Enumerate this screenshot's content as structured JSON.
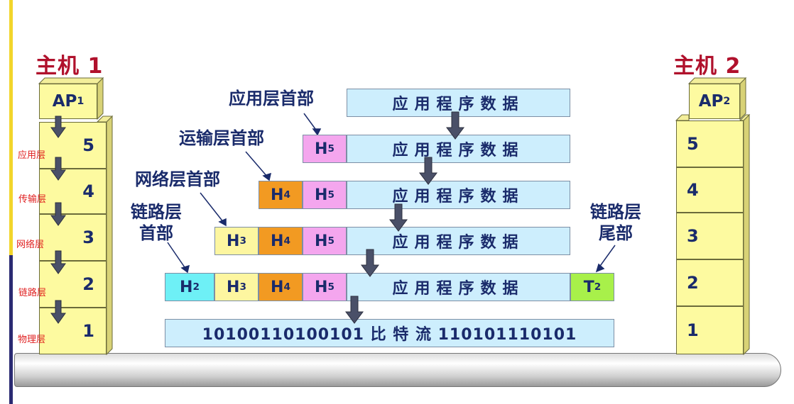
{
  "hosts": {
    "host1": {
      "title": "主机 1",
      "ap": "AP",
      "ap_sub": "1",
      "layers": [
        "5",
        "4",
        "3",
        "2",
        "1"
      ]
    },
    "host2": {
      "title": "主机 2",
      "ap": "AP",
      "ap_sub": "2",
      "layers": [
        "5",
        "4",
        "3",
        "2",
        "1"
      ]
    }
  },
  "layer_names": [
    "应用层",
    "传输层",
    "网络层",
    "链路层",
    "物理层"
  ],
  "header_labels": {
    "app": "应用层首部",
    "transport": "运输层首部",
    "network": "网络层首部",
    "link_header_line1": "链路层",
    "link_header_line2": "首部",
    "link_trailer_line1": "链路层",
    "link_trailer_line2": "尾部"
  },
  "headers": {
    "h5": "H",
    "h5_sub": "5",
    "h4": "H",
    "h4_sub": "4",
    "h3": "H",
    "h3_sub": "3",
    "h2": "H",
    "h2_sub": "2",
    "t2": "T",
    "t2_sub": "2"
  },
  "data_text": "应用程序数据",
  "bitstream": "10100110100101 比 特 流 110101110101",
  "colors": {
    "h5": "#f4a6ee",
    "h4": "#f29a22",
    "h3": "#fdf6a0",
    "h2": "#6ef0f6",
    "t2": "#a8f04a",
    "data": "#cdeefd",
    "layer_block": "#fdfaa0",
    "host_title": "#b0112c",
    "arrow": "#4a5068"
  },
  "icons": [
    "down-arrow-icon"
  ]
}
